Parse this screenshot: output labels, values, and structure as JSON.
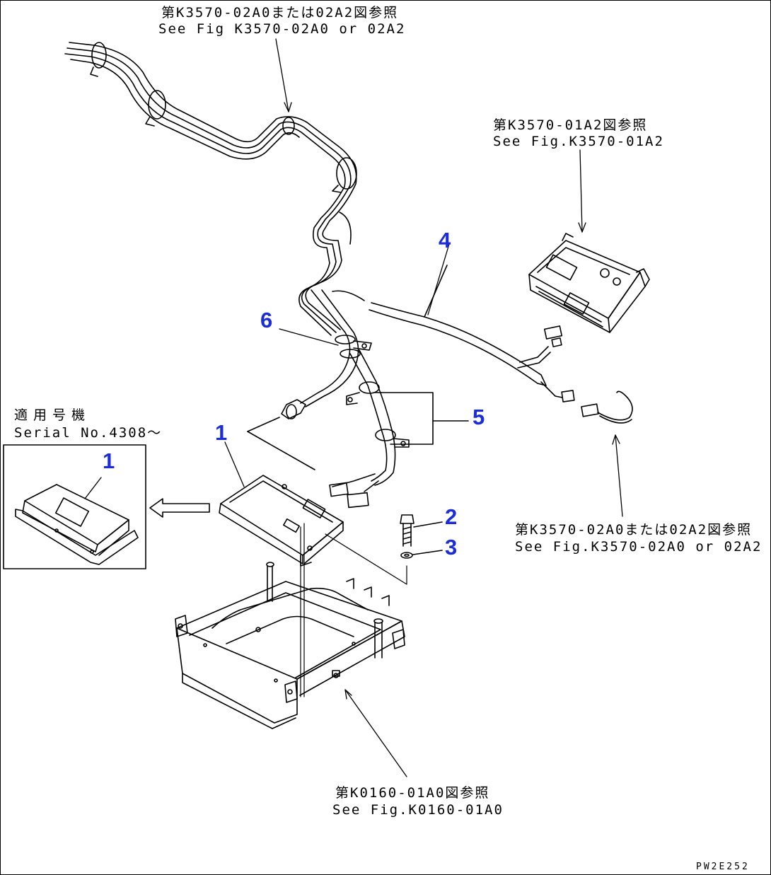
{
  "refs": {
    "top": {
      "jp": "第K3570-02A0または02A2図参照",
      "en": "See Fig K3570-02A0 or 02A2"
    },
    "right_top": {
      "jp": "第K3570-01A2図参照",
      "en": "See Fig.K3570-01A2"
    },
    "right_mid": {
      "jp": "第K3570-02A0または02A2図参照",
      "en": "See Fig.K3570-02A0 or 02A2"
    },
    "bottom": {
      "jp": "第K0160-01A0図参照",
      "en": "See Fig.K0160-01A0"
    }
  },
  "serial": {
    "jp": "適用号機",
    "en": "Serial No.4308～"
  },
  "callouts": [
    "1",
    "1",
    "2",
    "3",
    "4",
    "5",
    "6"
  ],
  "drawing_code": "PW2E252",
  "colors": {
    "callout": "#1a2dd8",
    "line": "#000000"
  }
}
